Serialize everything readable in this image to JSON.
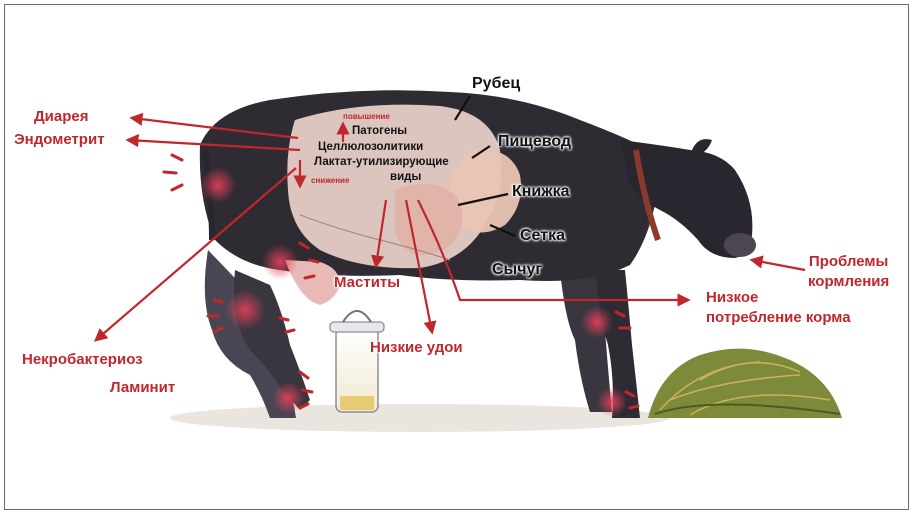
{
  "labels": {
    "diarrhea": "Диарея",
    "endometritis": "Эндометрит",
    "necrobacteriosis": "Некробактериоз",
    "laminitis": "Ламинит",
    "mastitis": "Маститы",
    "low_milk": "Низкие удои",
    "low_feed_1": "Низкое",
    "low_feed_2": "потребление корма",
    "feed_problems_1": "Проблемы",
    "feed_problems_2": "кормления",
    "rumen": "Рубец",
    "esophagus": "Пищевод",
    "omasum": "Книжка",
    "reticulum": "Сетка",
    "abomasum": "Сычуг",
    "increase": "повышение",
    "pathogens": "Патогены",
    "cellulolytics": "Целлюлозолитики",
    "lactate_1": "Лактат-утилизирующие",
    "lactate_2": "виды",
    "decrease": "снижение"
  },
  "colors": {
    "accent_red": "#c0272d",
    "cow_body": "#2f2b33",
    "stomach": "#e8c9c0",
    "hay": "#7c8a3a",
    "border": "#6b6b6b"
  }
}
